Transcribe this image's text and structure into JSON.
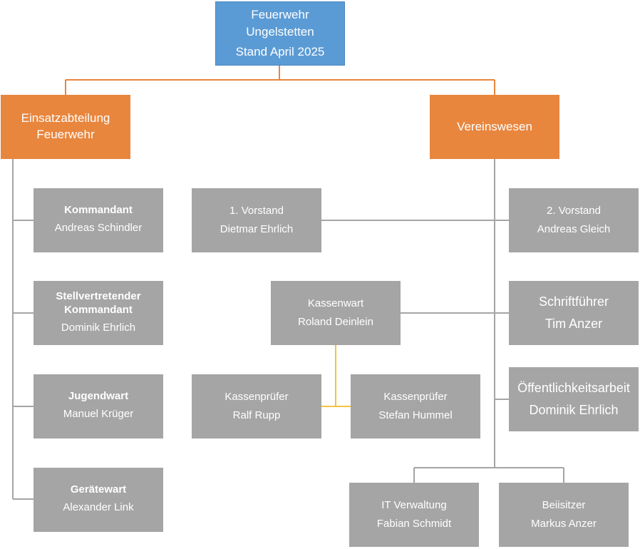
{
  "root": {
    "line1": "Feuerwehr",
    "line2": "Ungelstetten",
    "line3": "Stand April 2025"
  },
  "einsatz": {
    "line1": "Einsatzabteilung",
    "line2": "Feuerwehr"
  },
  "verein": {
    "label": "Vereinswesen"
  },
  "kommandant": {
    "title": "Kommandant",
    "name": "Andreas Schindler"
  },
  "stellv": {
    "title1": "Stellvertretender",
    "title2": "Kommandant",
    "name": "Dominik Ehrlich"
  },
  "jugendwart": {
    "title": "Jugendwart",
    "name": "Manuel Krüger"
  },
  "geraetewart": {
    "title": "Gerätewart",
    "name": "Alexander Link"
  },
  "vorstand1": {
    "title": "1. Vorstand",
    "name": "Dietmar Ehrlich"
  },
  "vorstand2": {
    "title": "2. Vorstand",
    "name": "Andreas Gleich"
  },
  "kassenwart": {
    "title": "Kassenwart",
    "name": "Roland Deinlein"
  },
  "schrift": {
    "title": "Schriftführer",
    "name": "Tim Anzer"
  },
  "oeffentlich": {
    "title": "Öffentlichkeitsarbeit",
    "name": "Dominik Ehrlich"
  },
  "pruefer1": {
    "title": "Kassenprüfer",
    "name": "Ralf Rupp"
  },
  "pruefer2": {
    "title": "Kassenprüfer",
    "name": "Stefan Hummel"
  },
  "it": {
    "title": "IT Verwaltung",
    "name": "Fabian Schmidt"
  },
  "beisitzer": {
    "title": "Beiisitzer",
    "name": "Markus Anzer"
  },
  "colors": {
    "blue": "#5b9bd5",
    "orange": "#e8863e",
    "gray": "#a5a5a5",
    "connector_orange": "#e8863e",
    "connector_yellow": "#f5c242",
    "connector_gray": "#a5a5a5"
  }
}
